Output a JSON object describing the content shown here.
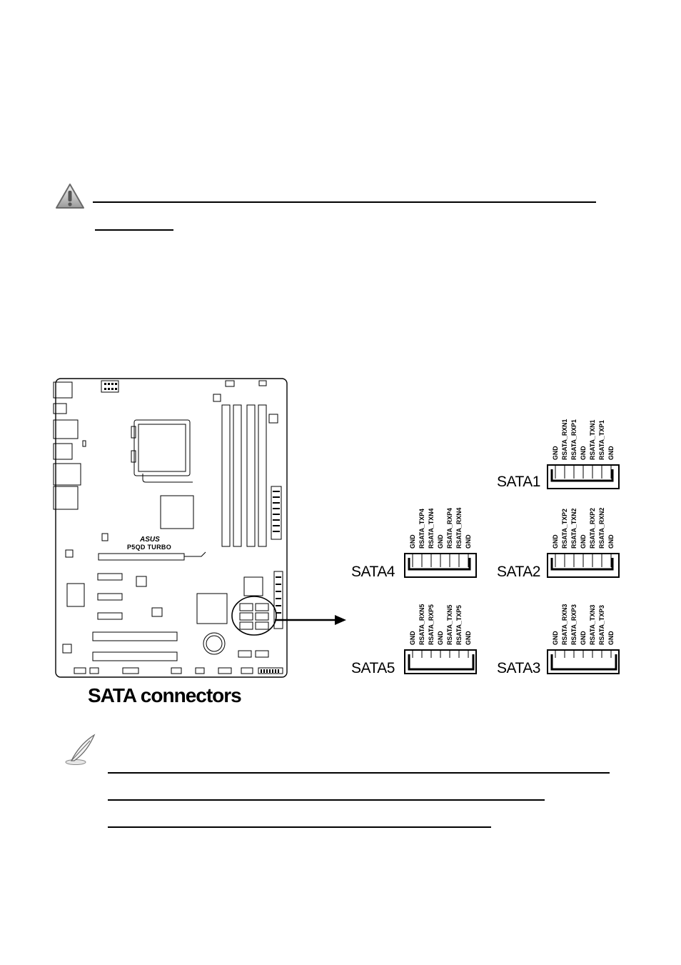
{
  "board": {
    "brand": "ASUS",
    "model": "P5QD TURBO"
  },
  "caption": "SATA connectors",
  "icons": {
    "warning": "warning-triangle-icon",
    "note": "note-quill-icon"
  },
  "connectors": [
    {
      "name": "SATA1",
      "pins": [
        "GND",
        "RSATA_RXN1",
        "RSATA_RXP1",
        "GND",
        "RSATA_TXN1",
        "RSATA_TXP1",
        "GND"
      ]
    },
    {
      "name": "SATA4",
      "pins": [
        "GND",
        "RSATA_TXP4",
        "RSATA_TXN4",
        "GND",
        "RSATA_RXP4",
        "RSATA_RXN4",
        "GND"
      ]
    },
    {
      "name": "SATA2",
      "pins": [
        "GND",
        "RSATA_TXP2",
        "RSATA_TXN2",
        "GND",
        "RSATA_RXP2",
        "RSATA_RXN2",
        "GND"
      ]
    },
    {
      "name": "SATA5",
      "pins": [
        "GND",
        "RSATA_RXN5",
        "RSATA_RXP5",
        "GND",
        "RSATA_TXN5",
        "RSATA_TXP5",
        "GND"
      ]
    },
    {
      "name": "SATA3",
      "pins": [
        "GND",
        "RSATA_RXN3",
        "RSATA_RXP3",
        "GND",
        "RSATA_TXN3",
        "RSATA_TXP3",
        "GND"
      ]
    }
  ]
}
